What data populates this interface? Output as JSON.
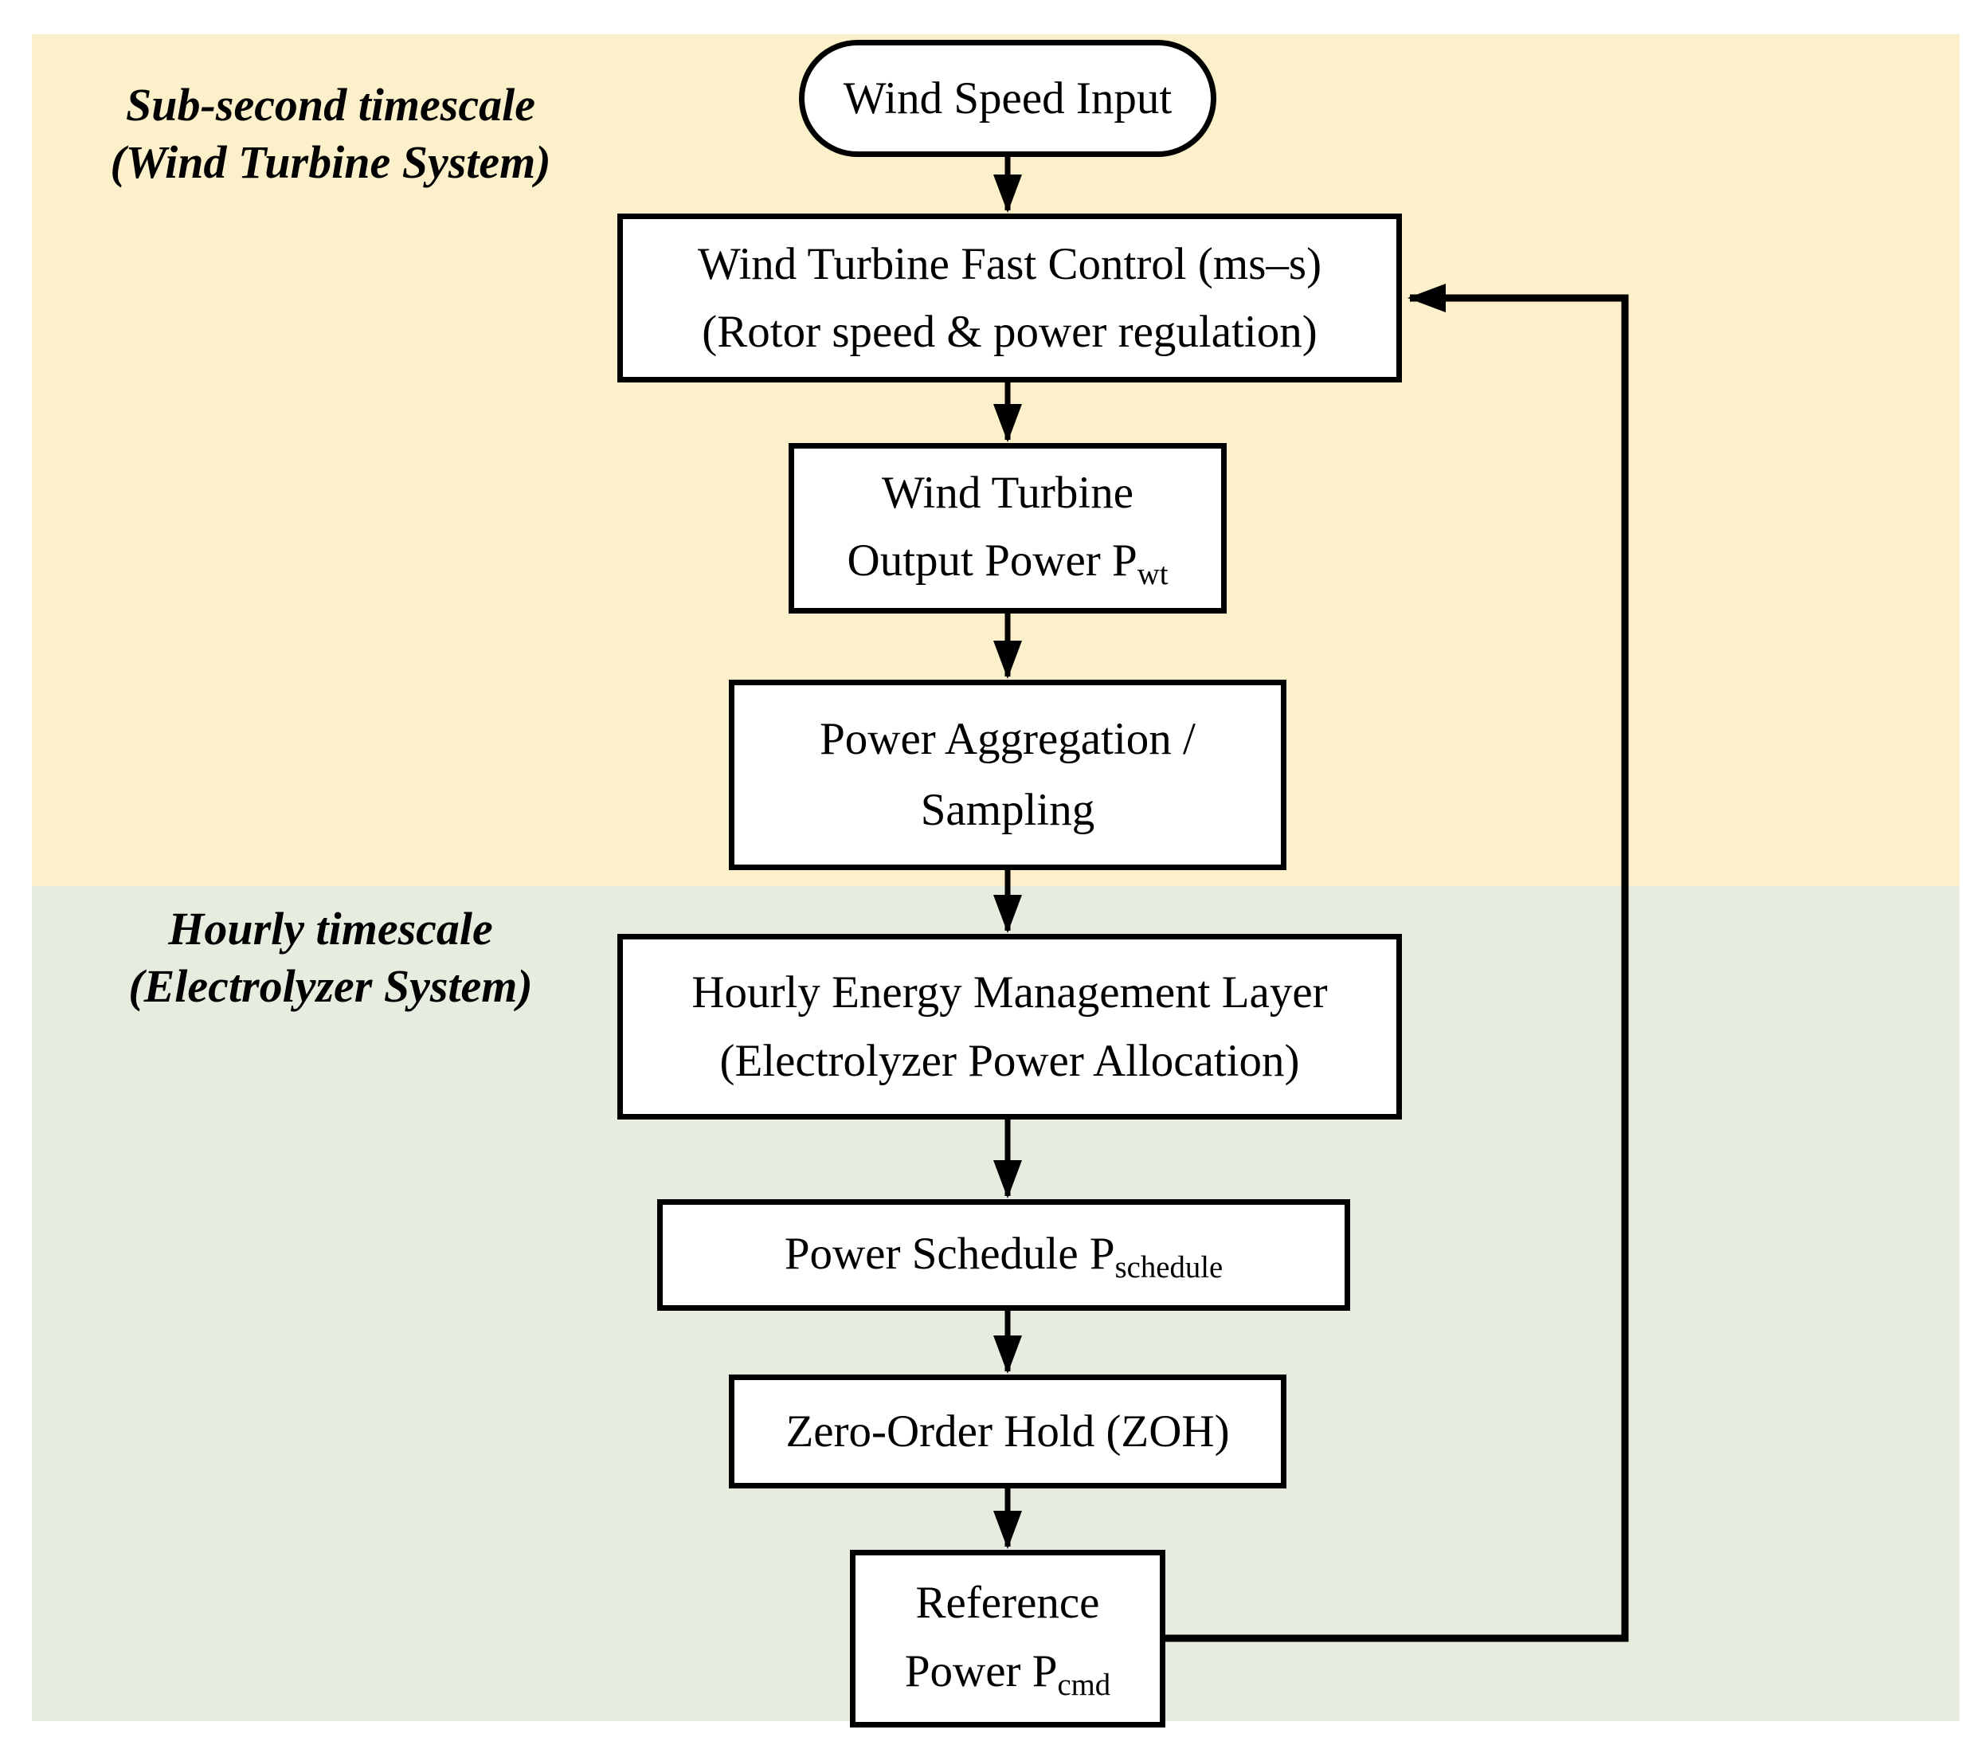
{
  "regions": {
    "subsecond": {
      "label_line1": "Sub-second timescale",
      "label_line2": "(Wind Turbine System)",
      "bg": "#FCF0CA"
    },
    "hourly": {
      "label_line1": "Hourly timescale",
      "label_line2": "(Electrolyzer System)",
      "bg": "#E6EDDF"
    }
  },
  "nodes": {
    "wind_speed_input": {
      "text": "Wind Speed Input"
    },
    "fast_control": {
      "line1": "Wind Turbine Fast Control (ms–s)",
      "line2": "(Rotor speed & power regulation)"
    },
    "output_power": {
      "line1": "Wind Turbine",
      "line2": "Output Power P",
      "line2_sub": "wt"
    },
    "aggregation": {
      "line1": "Power Aggregation /",
      "line2": "Sampling"
    },
    "energy_mgmt": {
      "line1": "Hourly Energy Management Layer",
      "line2": "(Electrolyzer Power Allocation)"
    },
    "schedule": {
      "line1": "Power Schedule P",
      "line1_sub": "schedule"
    },
    "zoh": {
      "line1": "Zero-Order Hold (ZOH)"
    },
    "reference": {
      "line1": "Reference",
      "line2": "Power P",
      "line2_sub": "cmd"
    }
  },
  "colors": {
    "region_subsecond_bg": "#FCF0CA",
    "region_hourly_bg": "#E6EDDF",
    "node_fill": "#FFFFFF",
    "line": "#000000"
  }
}
